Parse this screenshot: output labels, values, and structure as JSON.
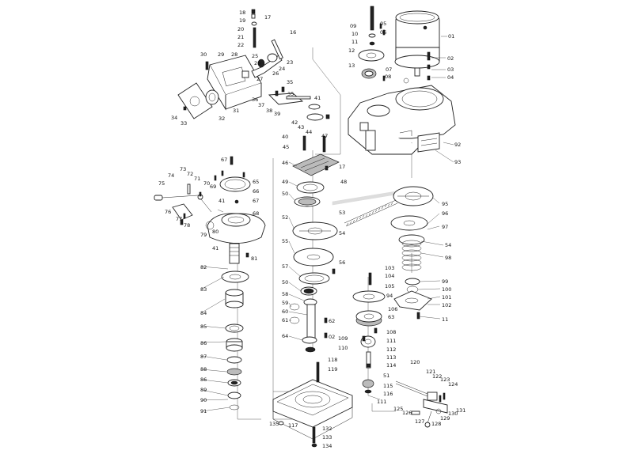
{
  "diagram": {
    "callouts": [
      {
        "id": "c01",
        "text": "01"
      },
      {
        "id": "c02",
        "text": "02"
      },
      {
        "id": "c03",
        "text": "03"
      },
      {
        "id": "c04",
        "text": "04"
      },
      {
        "id": "c05",
        "text": "05"
      },
      {
        "id": "c06",
        "text": "06"
      },
      {
        "id": "c07",
        "text": "07"
      },
      {
        "id": "c08",
        "text": "08"
      },
      {
        "id": "c09",
        "text": "09"
      },
      {
        "id": "c10",
        "text": "10"
      },
      {
        "id": "c11a",
        "text": "11"
      },
      {
        "id": "c12",
        "text": "12"
      },
      {
        "id": "c13",
        "text": "13"
      },
      {
        "id": "c16",
        "text": "16"
      },
      {
        "id": "c17a",
        "text": "17"
      },
      {
        "id": "c18",
        "text": "18"
      },
      {
        "id": "c19",
        "text": "19"
      },
      {
        "id": "c20",
        "text": "20"
      },
      {
        "id": "c21",
        "text": "21"
      },
      {
        "id": "c22",
        "text": "22"
      },
      {
        "id": "c23",
        "text": "23"
      },
      {
        "id": "c24",
        "text": "24"
      },
      {
        "id": "c25",
        "text": "25"
      },
      {
        "id": "c26",
        "text": "26"
      },
      {
        "id": "c27",
        "text": "27"
      },
      {
        "id": "c28a",
        "text": "28"
      },
      {
        "id": "c28b",
        "text": "28"
      },
      {
        "id": "c29",
        "text": "29"
      },
      {
        "id": "c30",
        "text": "30"
      },
      {
        "id": "c31",
        "text": "31"
      },
      {
        "id": "c32",
        "text": "32"
      },
      {
        "id": "c33",
        "text": "33"
      },
      {
        "id": "c34",
        "text": "34"
      },
      {
        "id": "c35a",
        "text": "35"
      },
      {
        "id": "c35b",
        "text": "35"
      },
      {
        "id": "c36",
        "text": "36"
      },
      {
        "id": "c37",
        "text": "37"
      },
      {
        "id": "c38",
        "text": "38"
      },
      {
        "id": "c39",
        "text": "39"
      },
      {
        "id": "c40",
        "text": "40"
      },
      {
        "id": "c41a",
        "text": "41"
      },
      {
        "id": "c42",
        "text": "42"
      },
      {
        "id": "c43",
        "text": "43"
      },
      {
        "id": "c44",
        "text": "44"
      },
      {
        "id": "c45",
        "text": "45"
      },
      {
        "id": "c46",
        "text": "46"
      },
      {
        "id": "c47",
        "text": "47"
      },
      {
        "id": "c48",
        "text": "48"
      },
      {
        "id": "c17b",
        "text": "17"
      },
      {
        "id": "c49",
        "text": "49"
      },
      {
        "id": "c50a",
        "text": "50"
      },
      {
        "id": "c52",
        "text": "52"
      },
      {
        "id": "c53",
        "text": "53"
      },
      {
        "id": "c54a",
        "text": "54"
      },
      {
        "id": "c55",
        "text": "55"
      },
      {
        "id": "c56",
        "text": "56"
      },
      {
        "id": "c57",
        "text": "57"
      },
      {
        "id": "c50b",
        "text": "50"
      },
      {
        "id": "c58",
        "text": "58"
      },
      {
        "id": "c59",
        "text": "59"
      },
      {
        "id": "c60",
        "text": "60"
      },
      {
        "id": "c61",
        "text": "61"
      },
      {
        "id": "c62",
        "text": "62"
      },
      {
        "id": "c02b",
        "text": "02"
      },
      {
        "id": "c64",
        "text": "64"
      },
      {
        "id": "c63",
        "text": "63"
      },
      {
        "id": "c65",
        "text": "65"
      },
      {
        "id": "c66",
        "text": "66"
      },
      {
        "id": "c67a",
        "text": "67"
      },
      {
        "id": "c67b",
        "text": "67"
      },
      {
        "id": "c68",
        "text": "68"
      },
      {
        "id": "c69",
        "text": "69"
      },
      {
        "id": "c70",
        "text": "70"
      },
      {
        "id": "c71",
        "text": "71"
      },
      {
        "id": "c72",
        "text": "72"
      },
      {
        "id": "c73",
        "text": "73"
      },
      {
        "id": "c74",
        "text": "74"
      },
      {
        "id": "c75",
        "text": "75"
      },
      {
        "id": "c76",
        "text": "76"
      },
      {
        "id": "c77",
        "text": "77"
      },
      {
        "id": "c78",
        "text": "78"
      },
      {
        "id": "c79",
        "text": "79"
      },
      {
        "id": "c41b",
        "text": "41"
      },
      {
        "id": "c41c",
        "text": "41"
      },
      {
        "id": "c80",
        "text": "80"
      },
      {
        "id": "c81",
        "text": "81"
      },
      {
        "id": "c82",
        "text": "82"
      },
      {
        "id": "c83",
        "text": "83"
      },
      {
        "id": "c84",
        "text": "84"
      },
      {
        "id": "c85",
        "text": "85"
      },
      {
        "id": "c86a",
        "text": "86"
      },
      {
        "id": "c87",
        "text": "87"
      },
      {
        "id": "c88",
        "text": "88"
      },
      {
        "id": "c86b",
        "text": "86"
      },
      {
        "id": "c89",
        "text": "89"
      },
      {
        "id": "c90",
        "text": "90"
      },
      {
        "id": "c91",
        "text": "91"
      },
      {
        "id": "c92",
        "text": "92"
      },
      {
        "id": "c93",
        "text": "93"
      },
      {
        "id": "c95",
        "text": "95"
      },
      {
        "id": "c96",
        "text": "96"
      },
      {
        "id": "c97",
        "text": "97"
      },
      {
        "id": "c54b",
        "text": "54"
      },
      {
        "id": "c98",
        "text": "98"
      },
      {
        "id": "c99",
        "text": "99"
      },
      {
        "id": "c100",
        "text": "100"
      },
      {
        "id": "c101",
        "text": "101"
      },
      {
        "id": "c102",
        "text": "102"
      },
      {
        "id": "c11b",
        "text": "11"
      },
      {
        "id": "c103",
        "text": "103"
      },
      {
        "id": "c104",
        "text": "104"
      },
      {
        "id": "c105",
        "text": "105"
      },
      {
        "id": "c94",
        "text": "94"
      },
      {
        "id": "c106",
        "text": "106"
      },
      {
        "id": "c108",
        "text": "108"
      },
      {
        "id": "c109",
        "text": "109"
      },
      {
        "id": "c110",
        "text": "110"
      },
      {
        "id": "c111a",
        "text": "111"
      },
      {
        "id": "c112",
        "text": "112"
      },
      {
        "id": "c113",
        "text": "113"
      },
      {
        "id": "c114",
        "text": "114"
      },
      {
        "id": "c51",
        "text": "51"
      },
      {
        "id": "c115",
        "text": "115"
      },
      {
        "id": "c116",
        "text": "116"
      },
      {
        "id": "c111b",
        "text": "111"
      },
      {
        "id": "c118",
        "text": "118"
      },
      {
        "id": "c119",
        "text": "119"
      },
      {
        "id": "c120",
        "text": "120"
      },
      {
        "id": "c121",
        "text": "121"
      },
      {
        "id": "c122",
        "text": "122"
      },
      {
        "id": "c123",
        "text": "123"
      },
      {
        "id": "c124",
        "text": "124"
      },
      {
        "id": "c125",
        "text": "125"
      },
      {
        "id": "c126",
        "text": "126"
      },
      {
        "id": "c127",
        "text": "127"
      },
      {
        "id": "c128",
        "text": "128"
      },
      {
        "id": "c129",
        "text": "129"
      },
      {
        "id": "c130",
        "text": "130"
      },
      {
        "id": "c131",
        "text": "131"
      },
      {
        "id": "c117",
        "text": "117"
      },
      {
        "id": "c135",
        "text": "135"
      },
      {
        "id": "c132",
        "text": "132"
      },
      {
        "id": "c133",
        "text": "133"
      },
      {
        "id": "c134",
        "text": "134"
      }
    ]
  }
}
